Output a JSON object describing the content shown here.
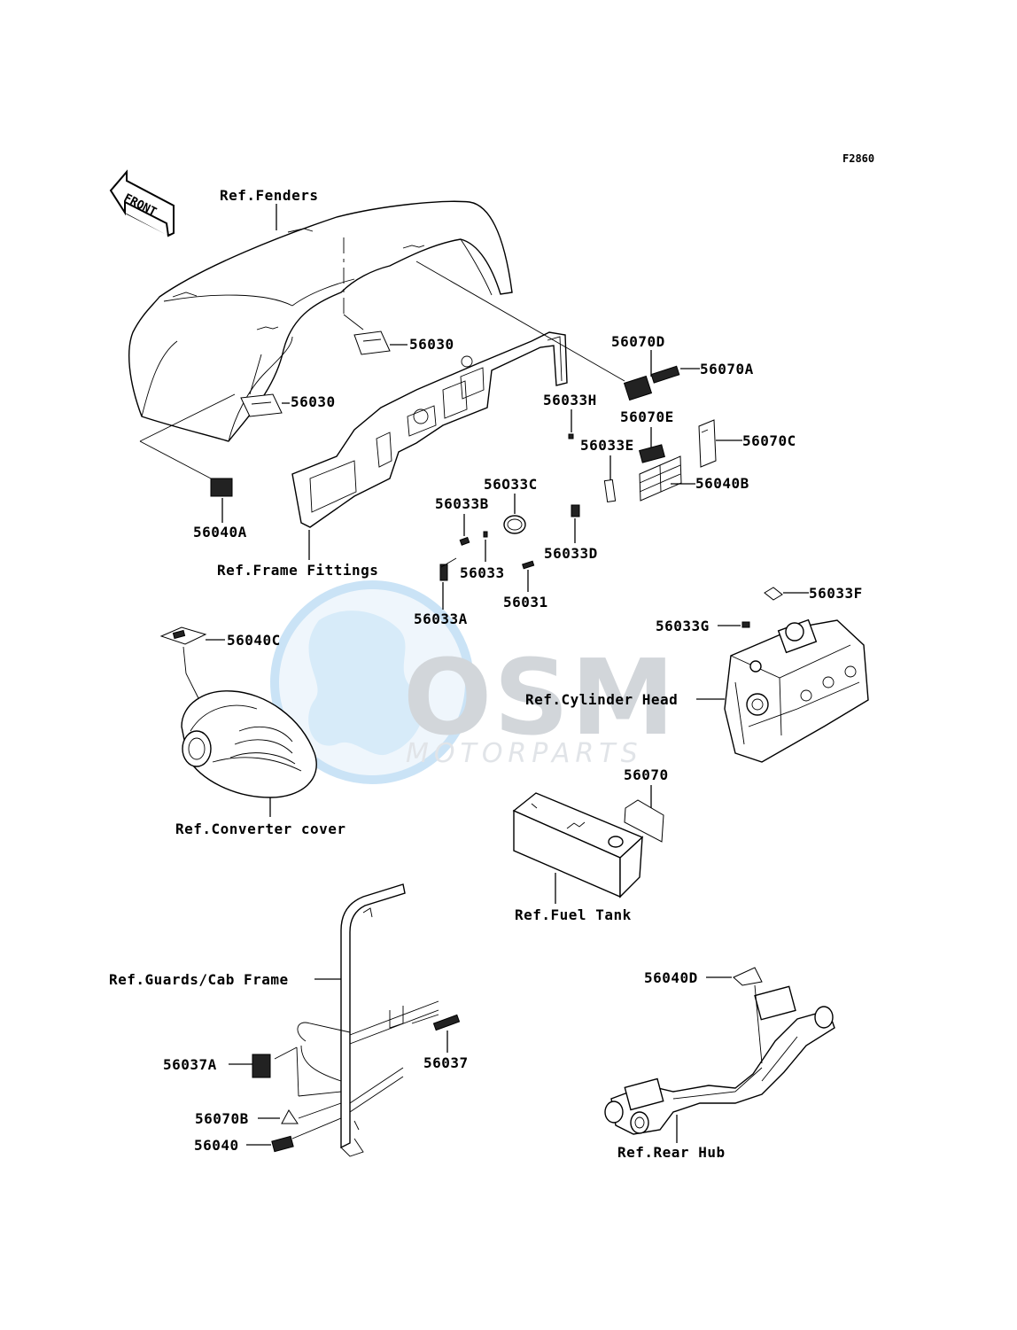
{
  "diagram_code": "F2860",
  "front_arrow_text": "FRONT",
  "watermark": {
    "brand": "OSM",
    "subtitle": "MOTORPARTS",
    "color_blue": "#4aa3df",
    "color_grey": "#8a939c"
  },
  "refs": {
    "fenders": "Ref.Fenders",
    "frame_fittings": "Ref.Frame Fittings",
    "cylinder_head": "Ref.Cylinder Head",
    "converter_cover": "Ref.Converter cover",
    "fuel_tank": "Ref.Fuel Tank",
    "guards_cab_frame": "Ref.Guards/Cab Frame",
    "rear_hub": "Ref.Rear Hub"
  },
  "parts": {
    "p56030_upper": "56030",
    "p56030_lower": "56030",
    "p56040A": "56040A",
    "p56070D": "56070D",
    "p56070A": "56070A",
    "p56033H": "56033H",
    "p56070E": "56070E",
    "p56070C": "56070C",
    "p56033E": "56033E",
    "p56040B": "56040B",
    "p56033C": "56O33C",
    "p56033B": "56033B",
    "p56033": "56033",
    "p56033D": "56033D",
    "p56031": "56031",
    "p56033A": "56033A",
    "p56033F": "56033F",
    "p56033G": "56033G",
    "p56040C": "56040C",
    "p56070": "56070",
    "p56040D": "56040D",
    "p56037A": "56037A",
    "p56037": "56037",
    "p56070B": "56070B",
    "p56040": "56040"
  }
}
